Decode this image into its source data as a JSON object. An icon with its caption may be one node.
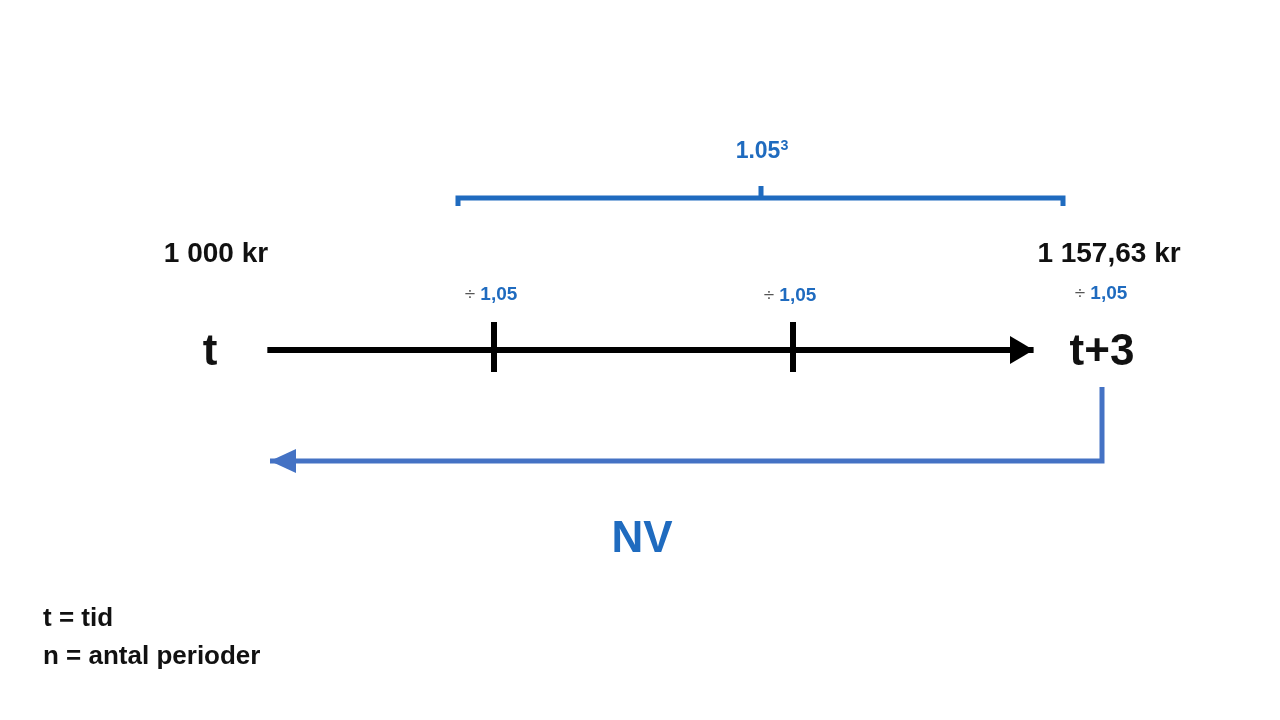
{
  "diagram": {
    "nodes": [
      {
        "text": [
          "t"
        ],
        "beside": [
          "1 000 kr"
        ]
      },
      {
        "text": [
          "t+3"
        ],
        "beside": [
          "1 157,63 kr"
        ]
      }
    ],
    "edges": [
      {
        "from": 0,
        "to": 1,
        "arrow": "to"
      },
      {
        "from": 1,
        "to": null,
        "arrow": "to",
        "label": "NV",
        "color": "#4472c4"
      }
    ],
    "labels": [
      "1.05$^{3}$",
      "÷ 1,05",
      "÷ 1,05",
      "÷ 1,05",
      "t = tid",
      "n = antal perioder"
    ]
  }
}
